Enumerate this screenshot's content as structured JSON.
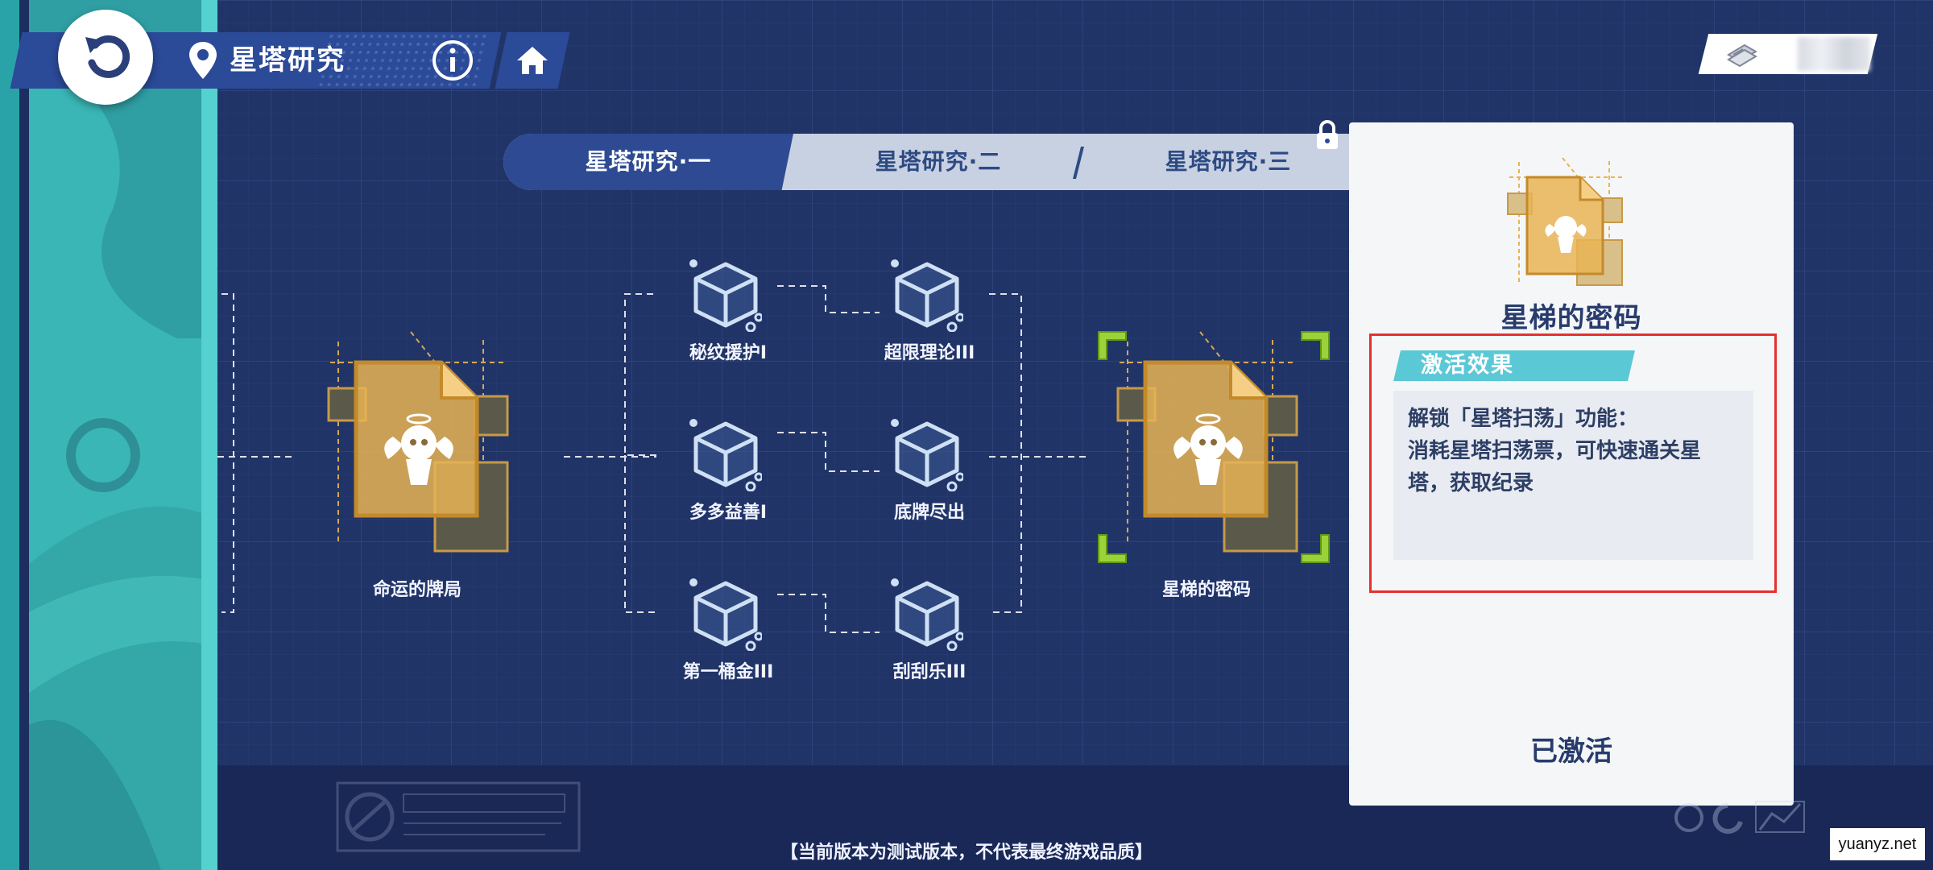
{
  "header": {
    "title": "星塔研究"
  },
  "tabs": [
    {
      "label": "星塔研究·一",
      "active": true
    },
    {
      "label": "星塔研究·二",
      "active": false
    },
    {
      "label": "星塔研究·三",
      "active": false,
      "locked": true
    }
  ],
  "tree": {
    "left_node": {
      "label": "命运的牌局",
      "icon": "document-card-icon"
    },
    "middle_nodes": [
      {
        "label": "秘纹援护I",
        "icon": "cube-icon"
      },
      {
        "label": "超限理论III",
        "icon": "cube-icon"
      },
      {
        "label": "多多益善I",
        "icon": "cube-icon"
      },
      {
        "label": "底牌尽出",
        "icon": "cube-icon"
      },
      {
        "label": "第一桶金III",
        "icon": "cube-icon"
      },
      {
        "label": "刮刮乐III",
        "icon": "cube-icon"
      }
    ],
    "right_node": {
      "label": "星梯的密码",
      "icon": "document-card-icon",
      "selected": true
    }
  },
  "detail": {
    "title": "星梯的密码",
    "effect_header": "激活效果",
    "effect_lines": [
      "解锁「星塔扫荡」功能：",
      "消耗星塔扫荡票，可快速通关星",
      "塔，获取纪录"
    ],
    "status": "已激活"
  },
  "footer": {
    "notice": "【当前版本为测试版本，不代表最终游戏品质】",
    "watermark": "yuanyz.net"
  },
  "colors": {
    "background": "#213468",
    "accent_teal": "#3ab6b7",
    "card_gold": "#e8b455",
    "highlight_green": "#9bd23a",
    "panel": "#f5f6f7",
    "panel_text": "#273b6d",
    "effect_header": "#5bc8d6",
    "annotation_red": "#e53030"
  }
}
